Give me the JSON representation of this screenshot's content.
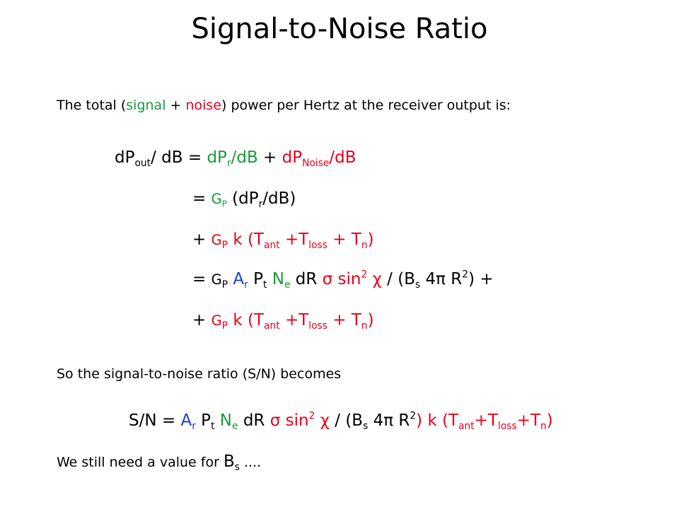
{
  "colors": {
    "signal": "#1a9a3a",
    "noise": "#e8001c",
    "area": "#1a3ad8",
    "black": "#000000"
  },
  "title": "Signal-to-Noise Ratio",
  "intro": {
    "t1": "The total (",
    "signal": "signal",
    "plus": " + ",
    "noise": "noise",
    "t2": ") power per Hertz at the receiver output is:"
  },
  "eq1": {
    "a": "dP",
    "a_sub": "out",
    "b": "/ dB = ",
    "c": "dP",
    "c_sub": "r",
    "d": "/dB",
    "plus": " + ",
    "e": "dP",
    "e_sub": "Noise",
    "f": "/dB"
  },
  "eq2": {
    "a": "= ",
    "g": "G",
    "g_sub": "P",
    "b": " (dP",
    "b_sub": "r",
    "c": "/dB)"
  },
  "eq3": {
    "a": "+ ",
    "g": "G",
    "g_sub": "P",
    "b": " k (T",
    "s1": "ant",
    "c": " +T",
    "s2": "loss",
    "d": " + T",
    "s3": "n",
    "e": ")"
  },
  "eq4": {
    "a": "= ",
    "g": "G",
    "g_sub": "P",
    "sp": " ",
    "ar": "A",
    "ar_sub": "r",
    "pt": " P",
    "pt_sub": "t",
    "sp2": " ",
    "ne": "N",
    "ne_sub": "e",
    "dr": " dR ",
    "sigma": "σ sin",
    "sq": "2",
    "chi": " χ",
    "rest": "  / (B",
    "rest_sub": "s",
    "pi": " 4π R",
    "sq2": "2",
    "end": ") +"
  },
  "eq5": {
    "a": "+ ",
    "g": "G",
    "g_sub": "P",
    "b": " k (T",
    "s1": "ant",
    "c": " +T",
    "s2": "loss",
    "d": " + T",
    "s3": "n",
    "e": ")"
  },
  "para2": "So the signal-to-noise ratio (S/N) becomes",
  "eq6": {
    "a": "S/N = ",
    "ar": "A",
    "ar_sub": "r",
    "pt": " P",
    "pt_sub": "t",
    "sp": " ",
    "ne": "N",
    "ne_sub": "e",
    "dr": " dR ",
    "sigma": "σ sin",
    "sq": "2",
    "chi": " χ",
    "rest": "  / (B",
    "rest_sub": "s",
    "pi": " 4π R",
    "sq2": "2",
    "k": ") k (T",
    "s1": "ant",
    "c": "+T",
    "s2": "loss",
    "d": "+T",
    "s3": "n",
    "e": ")"
  },
  "para3": {
    "t": "We still need a value for ",
    "b": "B",
    "b_sub": "s",
    "dots": " ...."
  }
}
